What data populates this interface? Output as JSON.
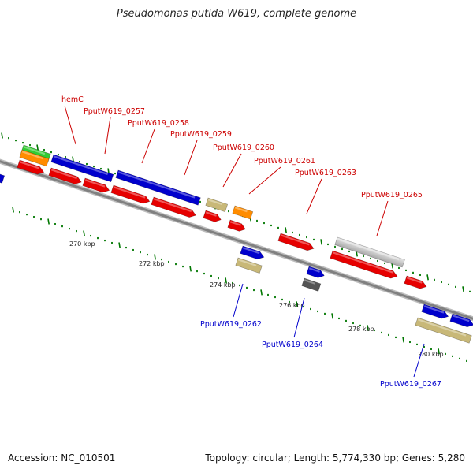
{
  "title": "Pseudomonas putida W619, complete genome",
  "footer": {
    "accession": "Accession: NC_010501",
    "info": "Topology: circular; Length: 5,774,330 bp; Genes: 5,280"
  },
  "scale_labels": [
    "270 kbp",
    "272 kbp",
    "274 kbp",
    "276 kbp",
    "278 kbp",
    "280 kbp"
  ],
  "colors": {
    "backbone": "#808080",
    "cds": "#e60000",
    "gene": "#0000cc",
    "orange": "#ff8c00",
    "green": "#33cc33",
    "tan": "#c8b878",
    "lightgray": "#c8c8c8",
    "darkgray": "#555555",
    "tick": "#007700",
    "label_red": "#cc0000",
    "label_blue": "#0000cc"
  },
  "gene_labels_top": [
    "hemC",
    "PputW619_0257",
    "PputW619_0258",
    "PputW619_0259",
    "PputW619_0260",
    "PputW619_0261",
    "PputW619_0263",
    "PputW619_0265"
  ],
  "gene_labels_bottom": [
    "PputW619_0262",
    "PputW619_0264",
    "PputW619_0267"
  ]
}
